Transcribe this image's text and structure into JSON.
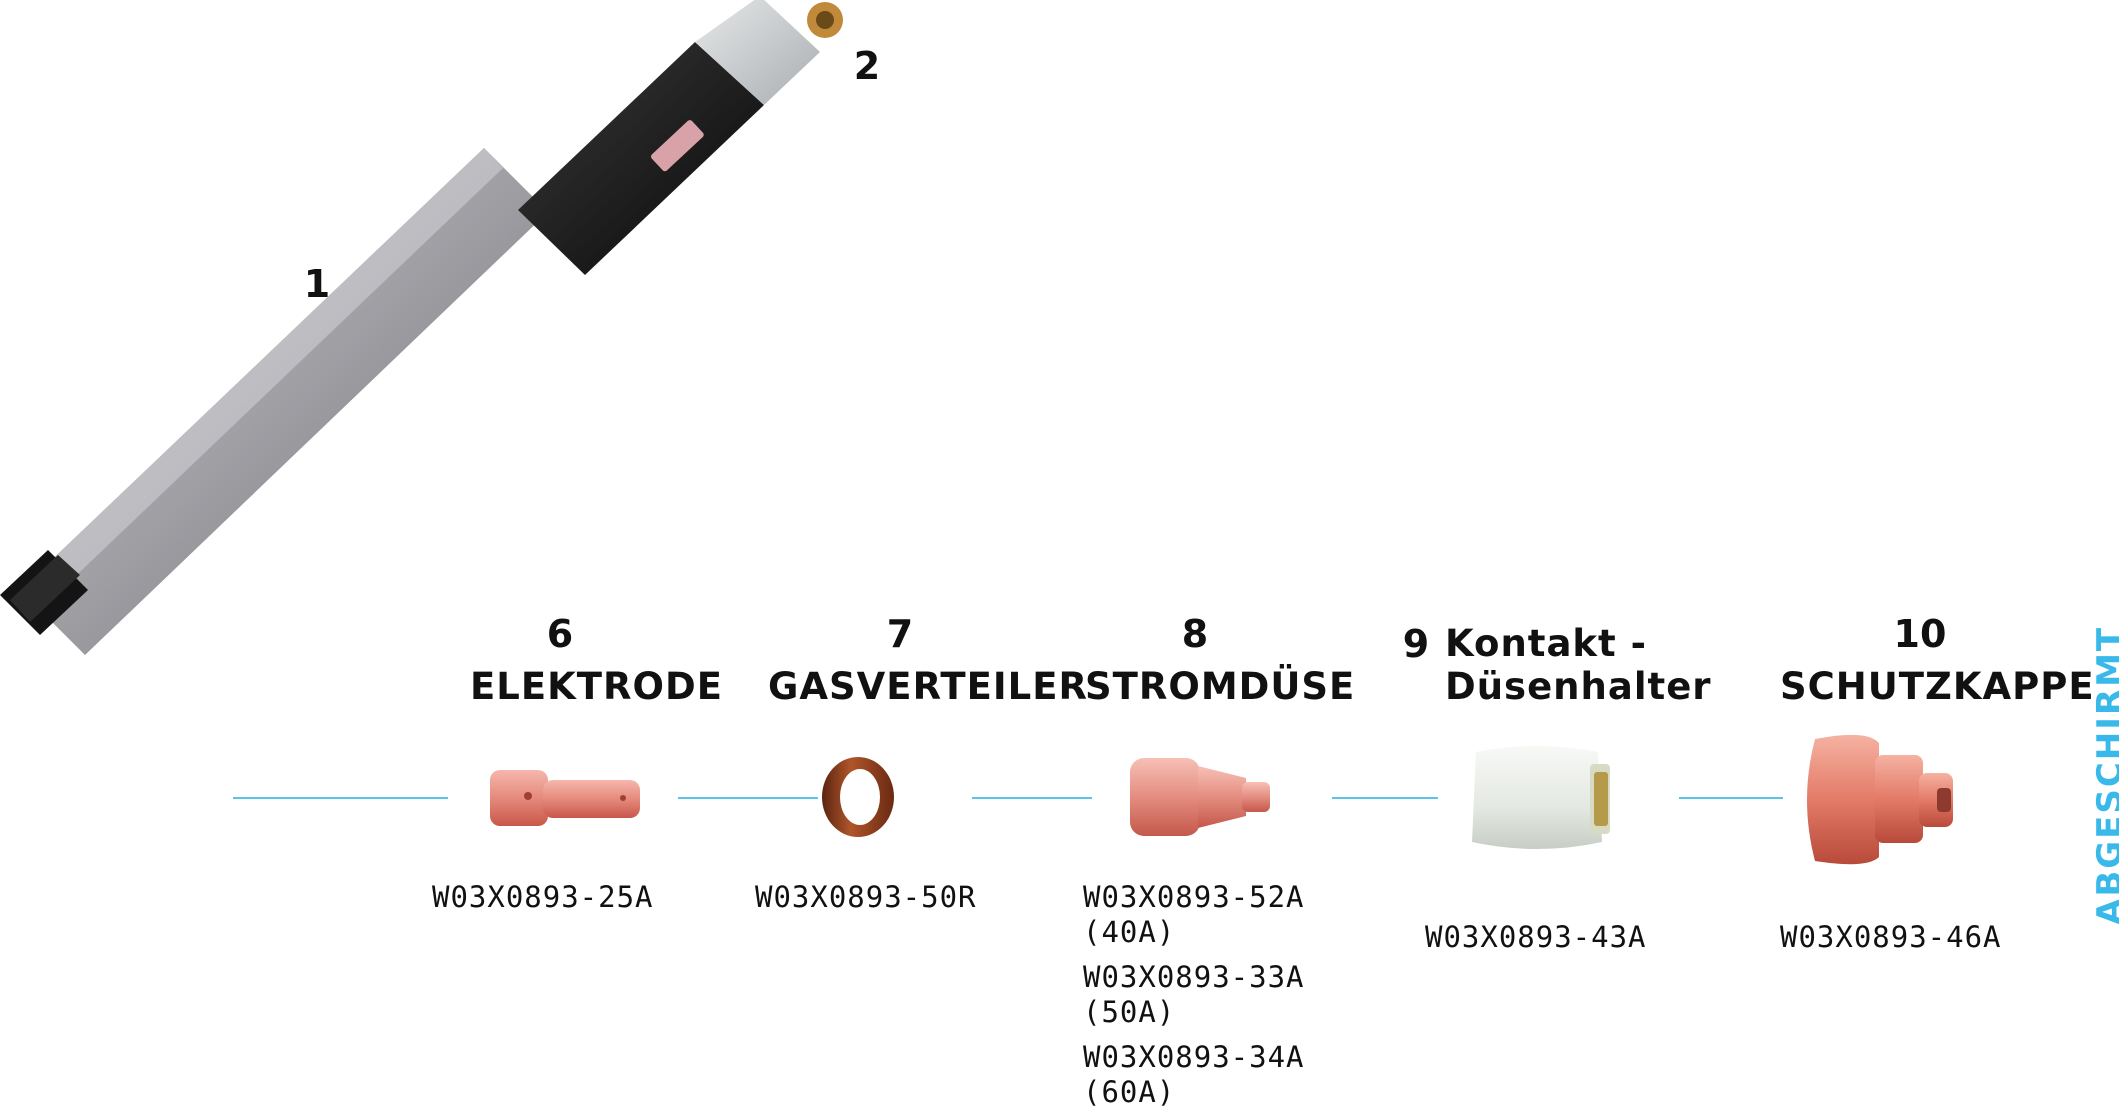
{
  "torch": {
    "label_1": "1",
    "label_2": "2"
  },
  "parts": [
    {
      "number": "6",
      "name": "ELEKTRODE",
      "codes": [
        "W03X0893-25A"
      ]
    },
    {
      "number": "7",
      "name": "GASVERTEILER",
      "codes": [
        "W03X0893-50R"
      ]
    },
    {
      "number": "8",
      "name": "STROMDÜSE",
      "codes": [
        "W03X0893-52A",
        "(40A)",
        "W03X0893-33A",
        "(50A)",
        "W03X0893-34A",
        "(60A)"
      ]
    },
    {
      "number": "9",
      "name_line1": "Kontakt -",
      "name_line2": "Düsenhalter",
      "codes": [
        "W03X0893-43A"
      ]
    },
    {
      "number": "10",
      "name": "SCHUTZKAPPE",
      "codes": [
        "W03X0893-46A"
      ]
    }
  ],
  "side_label": "ABGESCHIRMT",
  "colors": {
    "connector_line": "#5cc4e8",
    "side_label": "#39b8ea",
    "copper": "#e58a7c",
    "copper_dark": "#c8574a",
    "ring": "#8a3a1a",
    "ceramic": "#eef1ec",
    "torch_grey": "#9a9a9e",
    "torch_black": "#151515"
  },
  "icons": {
    "torch": "plasma-torch-body",
    "electrode": "electrode-part",
    "swirl_ring": "gas-distributor-ring",
    "tip": "contact-tip-part",
    "retaining_cup": "nozzle-holder-part",
    "shield_cap": "shield-cap-part"
  }
}
